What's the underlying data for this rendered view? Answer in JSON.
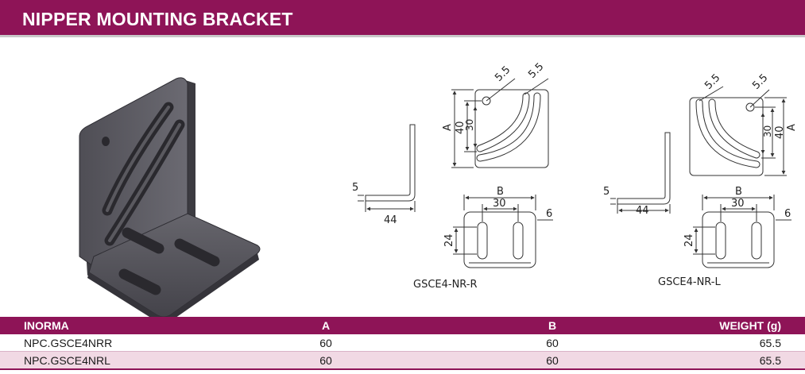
{
  "header": {
    "title": "NIPPER MOUNTING BRACKET"
  },
  "drawings": {
    "right": {
      "label": "GSCE4-NR-R",
      "dims": {
        "hole1": "5.5",
        "hole2": "5.5",
        "a": "A",
        "h40": "40",
        "h30": "30",
        "t5": "5",
        "w44": "44",
        "b": "B",
        "w30": "30",
        "w6": "6",
        "h24": "24"
      }
    },
    "left": {
      "label": "GSCE4-NR-L",
      "dims": {
        "hole1": "5.5",
        "hole2": "5.5",
        "a": "A",
        "h40": "40",
        "h30": "30",
        "t5": "5",
        "w44": "44",
        "b": "B",
        "w30": "30",
        "w6": "6",
        "h24": "24"
      }
    }
  },
  "table": {
    "headers": {
      "code": "INORMA",
      "a": "A",
      "b": "B",
      "weight": "WEIGHT (g)"
    },
    "rows": [
      {
        "code": "NPC.GSCE4NRR",
        "a": "60",
        "b": "60",
        "weight": "65.5"
      },
      {
        "code": "NPC.GSCE4NRL",
        "a": "60",
        "b": "60",
        "weight": "65.5"
      }
    ]
  },
  "colors": {
    "brand": "#8e1457",
    "row_alt": "#f1d9e4"
  },
  "icons": {
    "product": "bracket-3d-render"
  }
}
